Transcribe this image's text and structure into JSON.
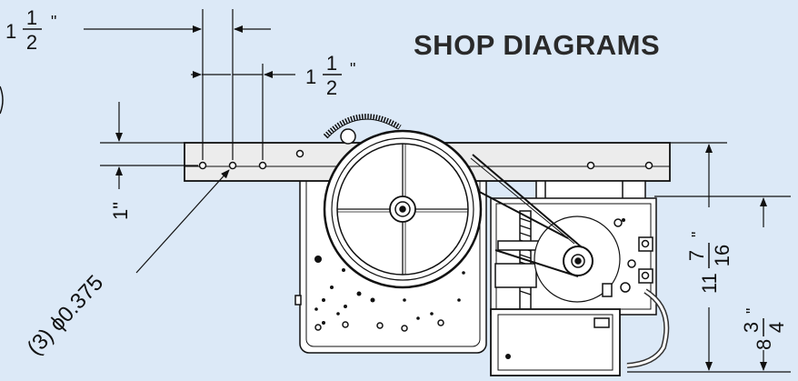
{
  "title": "SHOP DIAGRAMS",
  "dimensions": {
    "top_spacing": {
      "whole": "1",
      "num": "1",
      "den": "2",
      "unit": "\""
    },
    "hole_spacing": {
      "whole": "1",
      "num": "1",
      "den": "2",
      "unit": "\""
    },
    "vertical_offset": "1\"",
    "hole_callout": "(3) ϕ0.375",
    "overall_height": {
      "whole": "11",
      "num": "7",
      "den": "16",
      "unit": "\""
    },
    "lower_height": {
      "whole": "8",
      "num": "3",
      "den": "4",
      "unit": "\""
    }
  },
  "colors": {
    "background": "#dce9f7",
    "line": "#111111",
    "bar": "#e9e9e9"
  }
}
